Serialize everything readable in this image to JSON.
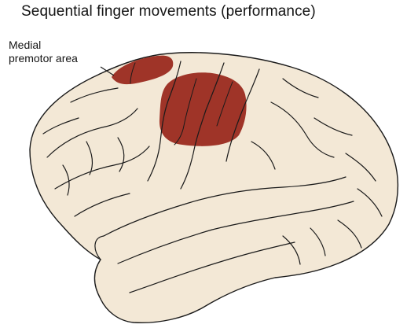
{
  "title": "Sequential finger movements (performance)",
  "label": {
    "line1": "Medial",
    "line2": "premotor area"
  },
  "colors": {
    "brain_fill": "#f3e8d6",
    "outline": "#1a1a1a",
    "activation": "#9a2a1f"
  },
  "icons": {
    "brain": "brain-lateral-view"
  }
}
